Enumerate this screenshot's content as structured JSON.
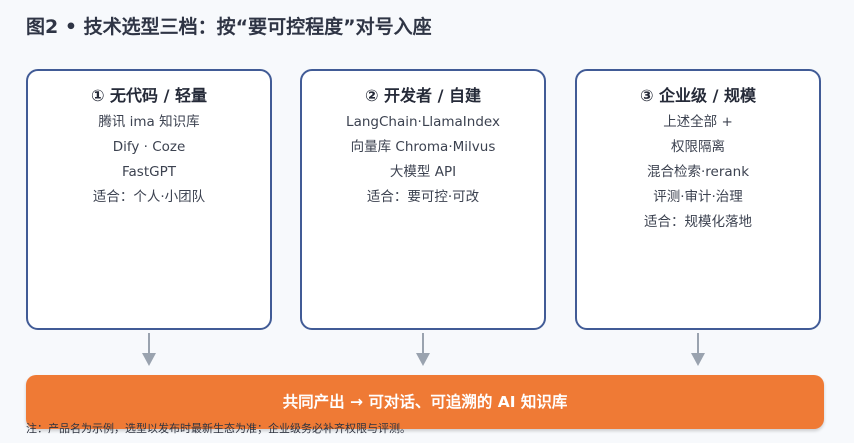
{
  "title": "图2 • 技术选型三档：按“要可控程度”对号入座",
  "cards": [
    {
      "title": "① 无代码 / 轻量",
      "lines": [
        "腾讯 ima 知识库",
        "Dify · Coze",
        "FastGPT",
        "适合：个人·小团队"
      ]
    },
    {
      "title": "② 开发者 / 自建",
      "lines": [
        "LangChain·LlamaIndex",
        "向量库 Chroma·Milvus",
        "大模型 API",
        "适合：要可控·可改"
      ]
    },
    {
      "title": "③ 企业级 / 规模",
      "lines": [
        "上述全部 +",
        "权限隔离",
        "混合检索·rerank",
        "评测·审计·治理",
        "适合：规模化落地"
      ]
    }
  ],
  "banner": "共同产出 → 可对话、可追溯的 AI 知识库",
  "footnote": "注：产品名为示例，选型以发布时最新生态为准；企业级务必补齐权限与评测。",
  "colors": {
    "card_border": "#415b96",
    "arrow": "#9aa3af",
    "banner": "#ef7a35",
    "background": "#f7f9fc"
  }
}
